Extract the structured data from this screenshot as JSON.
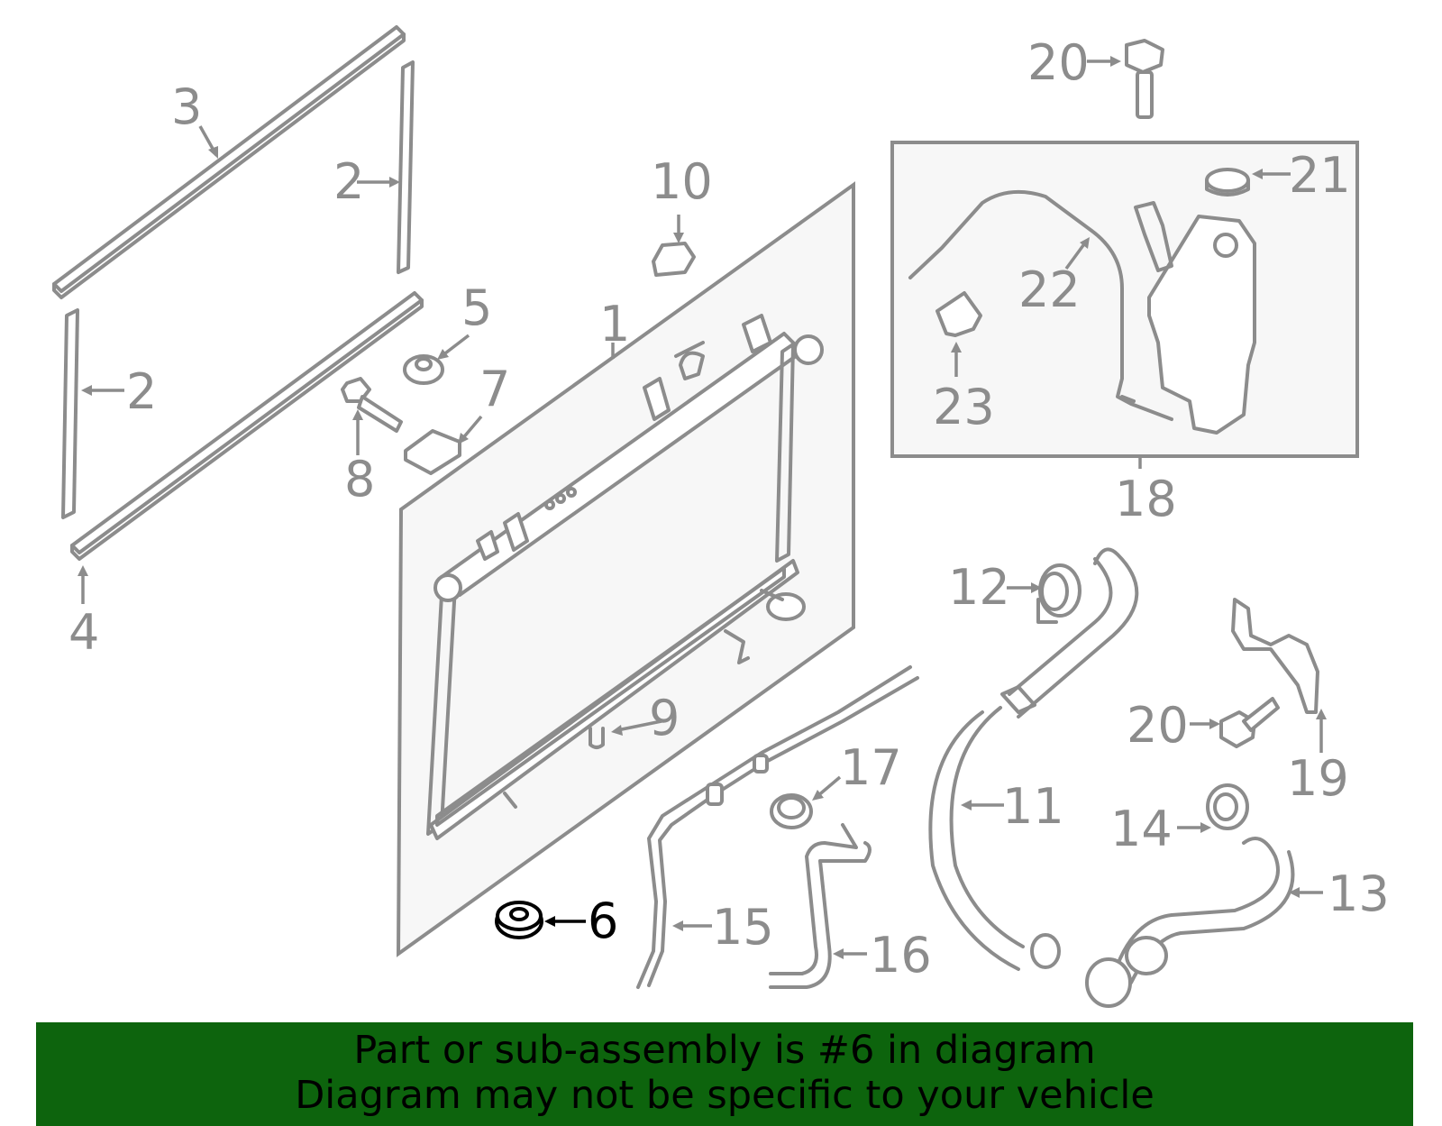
{
  "diagram": {
    "highlight_color": "#000000",
    "part_color": "#8c8c8c",
    "labels": {
      "l1": "1",
      "l2a": "2",
      "l2b": "2",
      "l3": "3",
      "l4": "4",
      "l5": "5",
      "l6": "6",
      "l7": "7",
      "l8": "8",
      "l9": "9",
      "l10": "10",
      "l11": "11",
      "l12": "12",
      "l13": "13",
      "l14": "14",
      "l15": "15",
      "l16": "16",
      "l17": "17",
      "l18": "18",
      "l19": "19",
      "l20a": "20",
      "l20b": "20",
      "l21": "21",
      "l22": "22",
      "l23": "23"
    }
  },
  "banner": {
    "background": "#0d640d",
    "line1": "Part or sub-assembly is #6 in diagram",
    "line2": "Diagram may not be specific to your vehicle"
  }
}
